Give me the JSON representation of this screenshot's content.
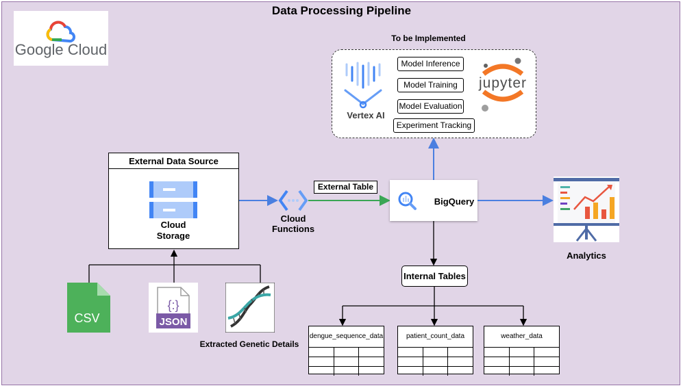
{
  "title": "Data Processing Pipeline",
  "logo": {
    "text": "Google Cloud",
    "colors": [
      "#4285F4",
      "#EA4335",
      "#FBBC04",
      "#34A853"
    ]
  },
  "future_box": {
    "label": "To be Implemented",
    "vertex_label": "Vertex AI",
    "jupyter_label": "jupyter",
    "tasks": [
      "Model Inference",
      "Model Training",
      "Model Evaluation",
      "Experiment Tracking"
    ]
  },
  "external_source": {
    "title": "External Data Source",
    "storage_label_1": "Cloud",
    "storage_label_2": "Storage"
  },
  "cloud_functions": {
    "label_1": "Cloud",
    "label_2": "Functions"
  },
  "external_table_label": "External Table",
  "bigquery_label": "BigQuery",
  "analytics_label": "Analytics",
  "internal_tables_label": "Internal Tables",
  "sources": {
    "csv_label": "CSV",
    "json_label": "JSON",
    "genetic_label": "Extracted Genetic Details"
  },
  "tables": [
    "dengue_sequence_data",
    "patient_count_data",
    "weather_data"
  ],
  "colors": {
    "background": "#e1d5e7",
    "border": "#9673a6",
    "blue_arrow": "#4a7fe0",
    "green_arrow": "#3aa655",
    "csv_green": "#4db15a",
    "json_purple": "#7b5aa6"
  }
}
